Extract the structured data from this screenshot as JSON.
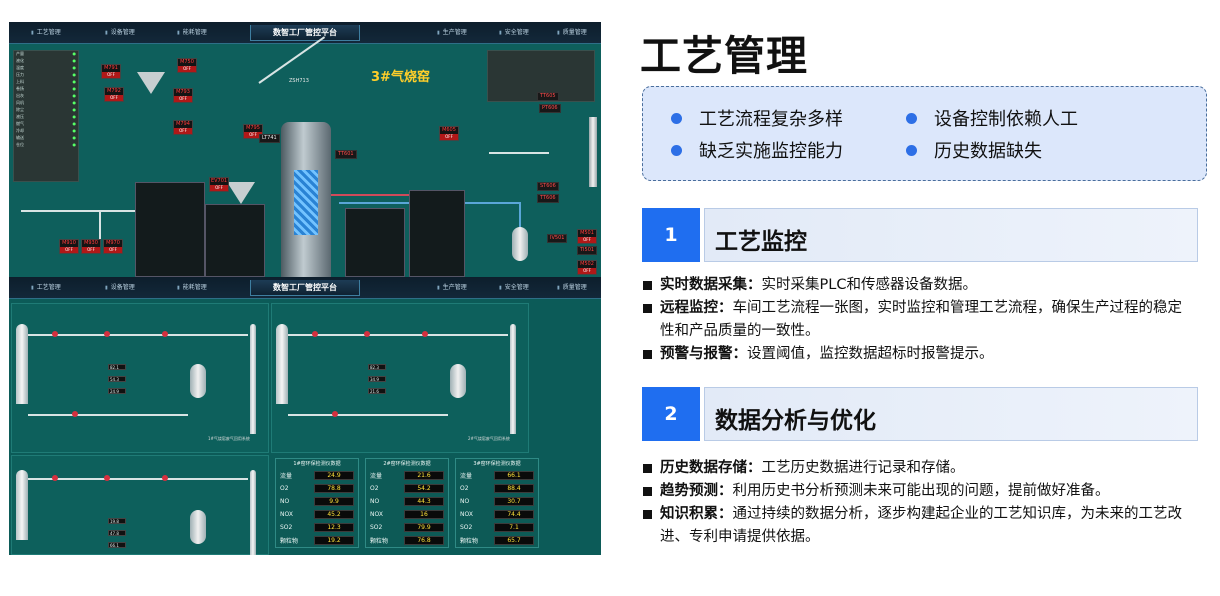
{
  "page": {
    "title": "工艺管理",
    "summary": [
      "工艺流程复杂多样",
      "设备控制依赖人工",
      "缺乏实施监控能力",
      "历史数据缺失"
    ],
    "sections": [
      {
        "num": "1",
        "title": "工艺监控",
        "bullets": [
          {
            "kw": "实时数据采集：",
            "text": "实时采集PLC和传感器设备数据。"
          },
          {
            "kw": "远程监控：",
            "text": "车间工艺流程一张图，实时监控和管理工艺流程，确保生产过程的稳定性和产品质量的一致性。"
          },
          {
            "kw": "预警与报警：",
            "text": "设置阈值，监控数据超标时报警提示。"
          }
        ]
      },
      {
        "num": "2",
        "title": "数据分析与优化",
        "bullets": [
          {
            "kw": "历史数据存储：",
            "text": "工艺历史数据进行记录和存储。"
          },
          {
            "kw": "趋势预测：",
            "text": "利用历史书分析预测未来可能出现的问题，提前做好准备。"
          },
          {
            "kw": "知识积累：",
            "text": "通过持续的数据分析，逐步构建起企业的工艺知识库，为未来的工艺改进、专利申请提供依据。"
          }
        ]
      }
    ]
  },
  "scada": {
    "platform_title": "数智工厂管控平台",
    "nav": [
      "工艺管理",
      "设备管理",
      "能耗管理",
      "生产管理",
      "安全管理",
      "质量管理"
    ],
    "kiln_title": "3#气烧窑",
    "devices": [
      {
        "name": "M791",
        "state": "OFF"
      },
      {
        "name": "M750",
        "state": "OFF"
      },
      {
        "name": "M792",
        "state": "OFF"
      },
      {
        "name": "M793",
        "state": "OFF"
      },
      {
        "name": "M794",
        "state": "OFF"
      },
      {
        "name": "M795",
        "state": "OFF"
      },
      {
        "name": "EV701",
        "state": "OFF"
      },
      {
        "name": "M910",
        "state": "OFF"
      },
      {
        "name": "M930",
        "state": "OFF"
      },
      {
        "name": "M970",
        "state": "OFF"
      },
      {
        "name": "M605",
        "state": "OFF"
      },
      {
        "name": "M501",
        "state": "OFF"
      },
      {
        "name": "M502",
        "state": "OFF"
      }
    ],
    "tags": [
      "TT605",
      "PT606",
      "TT601",
      "LT741",
      "ST606",
      "TT606",
      "ZSH713",
      "TI501",
      "IV501"
    ],
    "emissions": [
      {
        "title": "1#窑环保检测仪数据",
        "rows": [
          {
            "k": "流量",
            "v": "24.9"
          },
          {
            "k": "O2",
            "v": "78.8"
          },
          {
            "k": "NO",
            "v": "9.9"
          },
          {
            "k": "NOX",
            "v": "45.2"
          },
          {
            "k": "SO2",
            "v": "12.3"
          },
          {
            "k": "颗粒物",
            "v": "19.2"
          }
        ]
      },
      {
        "title": "2#窑环保检测仪数据",
        "rows": [
          {
            "k": "流量",
            "v": "21.6"
          },
          {
            "k": "O2",
            "v": "54.2"
          },
          {
            "k": "NO",
            "v": "44.3"
          },
          {
            "k": "NOX",
            "v": "16"
          },
          {
            "k": "SO2",
            "v": "79.9"
          },
          {
            "k": "颗粒物",
            "v": "76.8"
          }
        ]
      },
      {
        "title": "3#窑环保检测仪数据",
        "rows": [
          {
            "k": "流量",
            "v": "66.1"
          },
          {
            "k": "O2",
            "v": "88.4"
          },
          {
            "k": "NO",
            "v": "30.7"
          },
          {
            "k": "NOX",
            "v": "74.4"
          },
          {
            "k": "SO2",
            "v": "7.1"
          },
          {
            "k": "颗粒物",
            "v": "65.7"
          }
        ]
      }
    ],
    "subsystems": [
      {
        "caption": "1#气烧窑废气回用系统",
        "values": [
          "82.1",
          "54.3",
          "24.9"
        ]
      },
      {
        "caption": "2#气烧窑废气回用系统",
        "values": [
          "82.3",
          "34.9",
          "21.6"
        ]
      },
      {
        "caption": "",
        "values": [
          "19.8",
          "47.8",
          "66.1"
        ]
      }
    ]
  }
}
